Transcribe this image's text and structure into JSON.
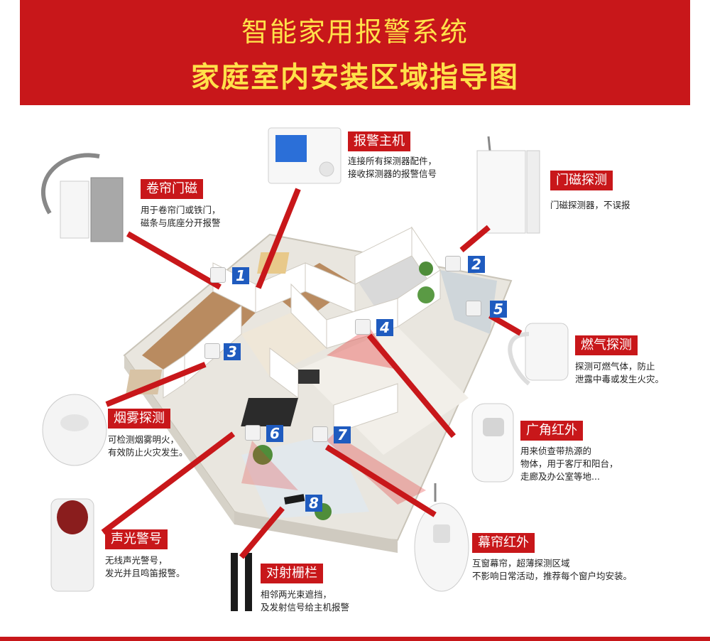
{
  "header": {
    "title": "智能家用报警系统",
    "subtitle": "家庭室内安装区域指导图"
  },
  "devices": [
    {
      "key": "host",
      "name": "报警主机",
      "desc": [
        "连接所有探测器配件，",
        "接收探测器的报警信号"
      ]
    },
    {
      "key": "rolling",
      "name": "卷帘门磁",
      "desc": [
        "用于卷帘门或铁门，",
        "磁条与底座分开报警"
      ]
    },
    {
      "key": "door",
      "name": "门磁探测",
      "desc": [
        "门磁探测器，不误报"
      ]
    },
    {
      "key": "gas",
      "name": "燃气探测",
      "desc": [
        "探测可燃气体，防止",
        "泄露中毒或发生火灾。"
      ]
    },
    {
      "key": "smoke",
      "name": "烟雾探测",
      "desc": [
        "可检测烟雾明火，",
        "有效防止火灾发生。"
      ]
    },
    {
      "key": "pir",
      "name": "广角红外",
      "desc": [
        "用来侦查带热源的",
        "物体，用于客厅和阳台，",
        "走廊及办公室等地..."
      ]
    },
    {
      "key": "siren",
      "name": "声光警号",
      "desc": [
        "无线声光警号，",
        "发光并且鸣笛报警。"
      ]
    },
    {
      "key": "curtain",
      "name": "幕帘红外",
      "desc": [
        "互窗幕帘，超薄探测区域",
        "不影响日常活动，推荐每个窗户均安装。"
      ]
    },
    {
      "key": "beam",
      "name": "对射栅栏",
      "desc": [
        "相邻两光束遮挡，",
        "及发射信号给主机报警"
      ]
    }
  ],
  "markers": [
    "1",
    "2",
    "3",
    "4",
    "5",
    "6",
    "7",
    "8"
  ],
  "colors": {
    "banner": "#c8171a",
    "banner_text": "#ffe14a",
    "badge": "#1f5bbf"
  }
}
